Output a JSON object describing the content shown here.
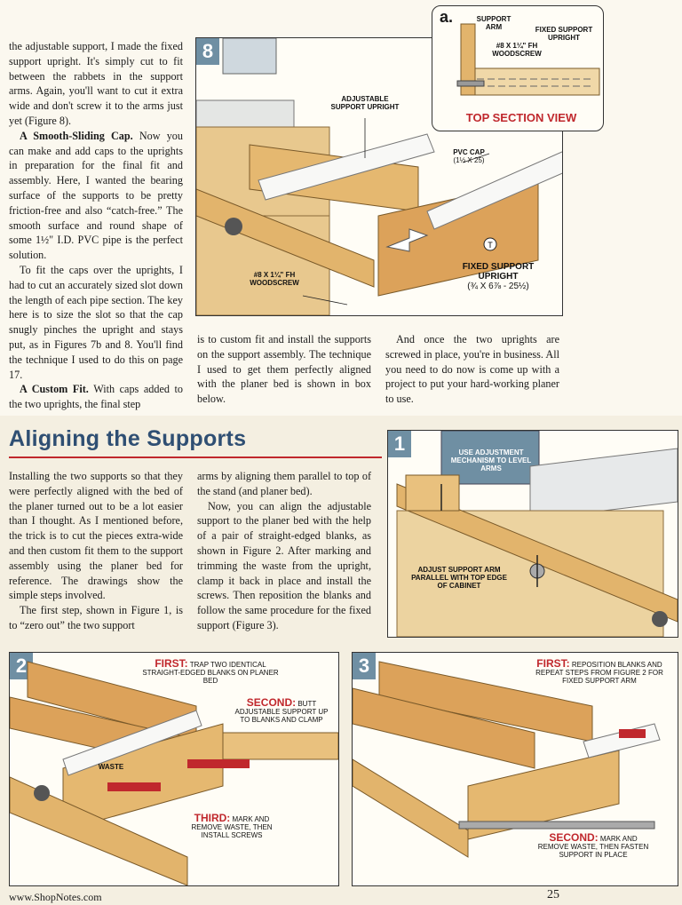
{
  "col1_paragraphs": [
    "the adjustable support, I made the fixed support upright. It's simply cut to fit between the rabbets in the support arms. Again, you'll want to cut it extra wide and don't screw it to the arms just yet (Figure 8).",
    "Now you can make and add caps to the uprights in preparation for the final fit and assembly. Here, I wanted the bearing surface of the supports to be pretty friction-free and also “catch-free.” The smooth surface and round shape of some 1½\" I.D. PVC pipe is the perfect solution.",
    "To fit the caps over the uprights, I had to cut an accurately sized slot down the length of each pipe section. The key here is to size the slot so that the cap snugly pinches the upright and stays put, as in Figures 7b and 8. You'll find the technique I used to do this on page 17.",
    "With caps added to the two uprights, the final step"
  ],
  "col1_heads": [
    "A Smooth-Sliding Cap.",
    "A Custom Fit."
  ],
  "col2_text": "is to custom fit and install the supports on the support assembly. The technique I used to get them perfectly aligned with the planer bed is shown in box below.",
  "col3_text": "And once the two uprights are screwed in place, you're in business. All you need to do now is come up with a project to put your hard-working planer to use.",
  "fig8": {
    "number": "8",
    "adjustable": "Adjustable Support Upright",
    "pvc": "PVC Cap",
    "pvc_dim": "(1½ x 25)",
    "fixed": "Fixed Support Upright",
    "fixed_dim": "(¾ x 6⅞ - 25½)",
    "screw": "#8 x 1¼\" Fh Woodscrew",
    "t_marker": "T"
  },
  "figa": {
    "label": "a.",
    "arm": "Support Arm",
    "upright": "Fixed Support Upright",
    "screw": "#8 x 1¼\" Fh Woodscrew",
    "title": "Top Section View"
  },
  "section": {
    "title": "Aligning the Supports",
    "col1": [
      "Installing the two supports so that they were perfectly aligned with the bed of the planer turned out to be a lot easier than I thought. As I mentioned before, the trick is to cut the pieces extra-wide and then custom fit them to the support assembly using the planer bed for reference. The drawings show the simple steps involved.",
      "The first step, shown in Figure 1, is to “zero out” the two support"
    ],
    "col2": [
      "arms by aligning them parallel to top of the stand (and planer bed).",
      "Now, you can align the adjustable support to the planer bed with the help of a pair of straight-edged blanks, as shown in Figure 2. After marking and trimming the waste from the upright, clamp it back in place and install the screws. Then reposition the blanks and follow the same procedure for the fixed support (Figure 3)."
    ]
  },
  "fig1": {
    "number": "1",
    "use": "Use Adjustment Mechanism to Level Arms",
    "adjust": "Adjust Support Arm Parallel with Top Edge of Cabinet"
  },
  "fig2": {
    "number": "2",
    "first_head": "First:",
    "first": "Trap two identical straight-edged blanks on planer bed",
    "second_head": "Second:",
    "second": "Butt adjustable support up to blanks and clamp",
    "third_head": "Third:",
    "third": "Mark and remove waste, then install screws",
    "waste": "Waste"
  },
  "fig3": {
    "number": "3",
    "first_head": "First:",
    "first": "Reposition blanks and repeat steps from Figure 2 for fixed support arm",
    "second_head": "Second:",
    "second": "Mark and remove waste, then fasten support in place"
  },
  "footer": {
    "url": "www.ShopNotes.com",
    "page": "25"
  },
  "colors": {
    "heading": "#2f4f73",
    "accent": "#c0282d",
    "fig_tab": "#6f8fa3",
    "wood": "#d9a55a"
  }
}
